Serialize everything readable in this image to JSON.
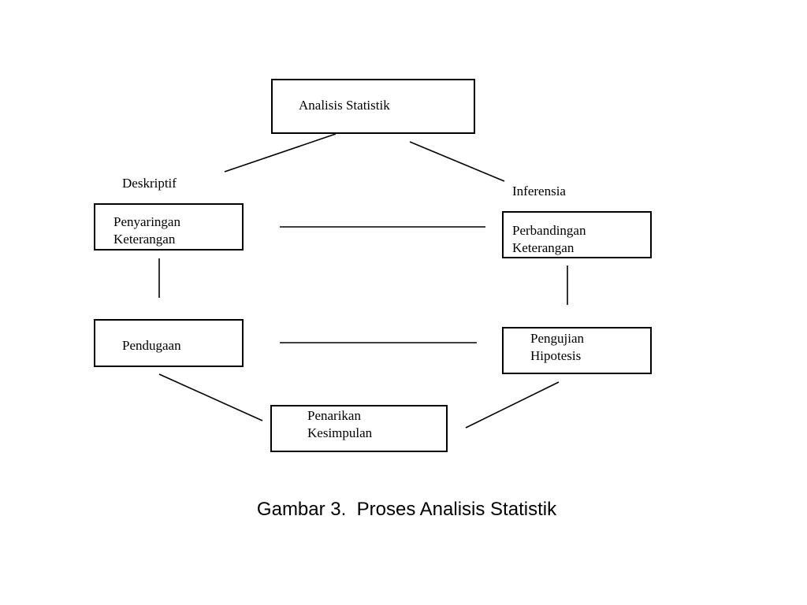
{
  "nodes": {
    "analisis_statistik": "Analisis Statistik",
    "penyaringan_keterangan": "Penyaringan\nKeterangan",
    "pendugaan": "Pendugaan",
    "perbandingan_keterangan": "Perbandingan\nKeterangan",
    "pengujian_hipotesis": "Pengujian\nHipotesis",
    "penarikan_kesimpulan": "Penarikan\nKesimpulan"
  },
  "branches": {
    "deskriptif": "Deskriptif",
    "inferensia": "Inferensia"
  },
  "caption": "Gambar 3.  Proses Analisis Statistik"
}
